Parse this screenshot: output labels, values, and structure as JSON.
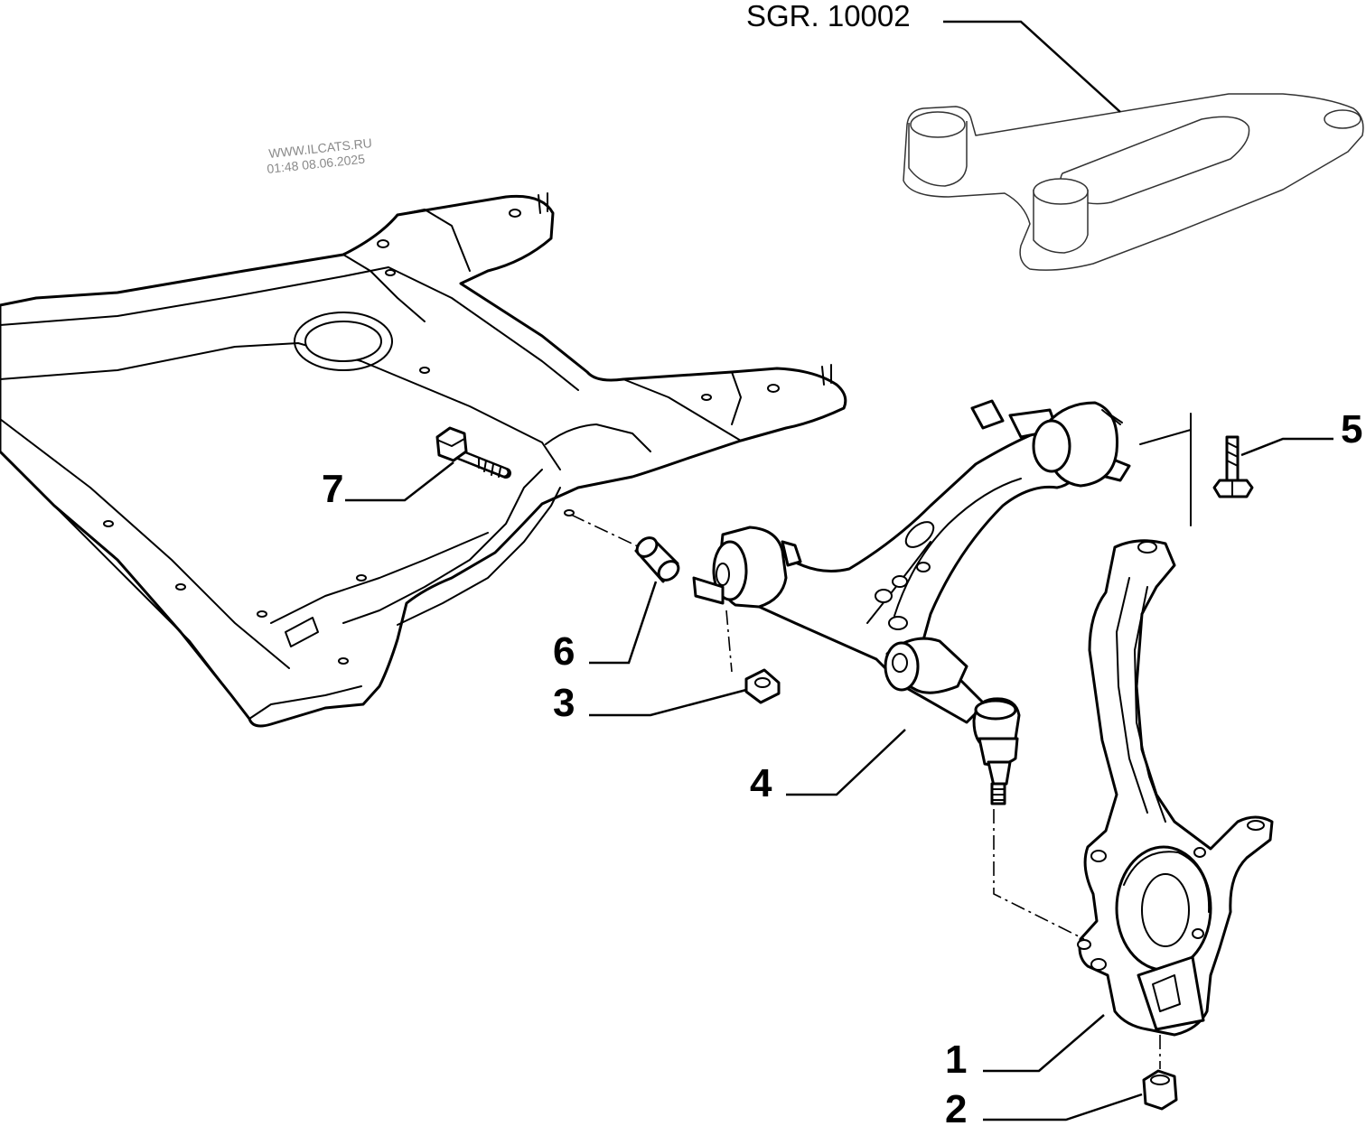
{
  "reference": "SGR. 10002",
  "watermark": {
    "site": "WWW.ILCATS.RU",
    "stamp": "01:48 08.06.2025"
  },
  "callouts": [
    "1",
    "2",
    "3",
    "4",
    "5",
    "6",
    "7"
  ]
}
